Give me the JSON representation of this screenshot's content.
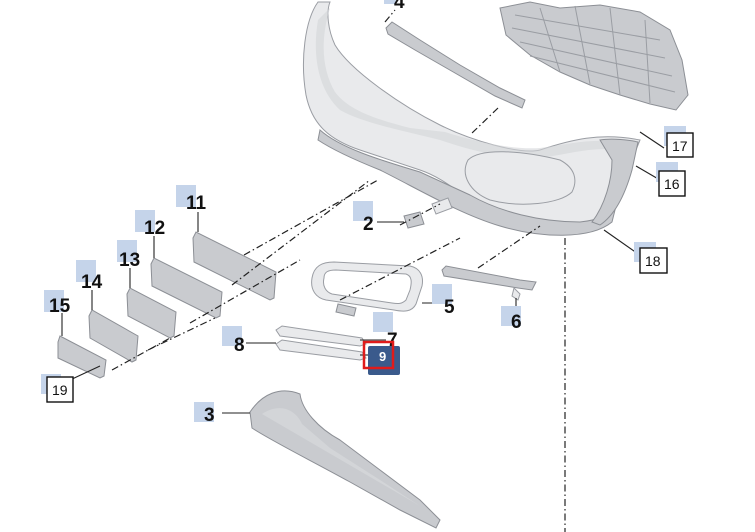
{
  "callouts": [
    {
      "id": "4",
      "label": "4",
      "boxed": false,
      "selected": false
    },
    {
      "id": "17",
      "label": "17",
      "boxed": true,
      "selected": false
    },
    {
      "id": "16",
      "label": "16",
      "boxed": true,
      "selected": false
    },
    {
      "id": "11",
      "label": "11",
      "boxed": false,
      "selected": false
    },
    {
      "id": "2",
      "label": "2",
      "boxed": false,
      "selected": false
    },
    {
      "id": "12",
      "label": "12",
      "boxed": false,
      "selected": false
    },
    {
      "id": "13",
      "label": "13",
      "boxed": false,
      "selected": false
    },
    {
      "id": "14",
      "label": "14",
      "boxed": false,
      "selected": false
    },
    {
      "id": "18",
      "label": "18",
      "boxed": true,
      "selected": false
    },
    {
      "id": "15",
      "label": "15",
      "boxed": false,
      "selected": false
    },
    {
      "id": "5",
      "label": "5",
      "boxed": false,
      "selected": false
    },
    {
      "id": "6",
      "label": "6",
      "boxed": false,
      "selected": false
    },
    {
      "id": "7",
      "label": "7",
      "boxed": false,
      "selected": false
    },
    {
      "id": "8",
      "label": "8",
      "boxed": false,
      "selected": false
    },
    {
      "id": "9",
      "label": "9",
      "boxed": false,
      "selected": true
    },
    {
      "id": "19",
      "label": "19",
      "boxed": true,
      "selected": false
    },
    {
      "id": "3",
      "label": "3",
      "boxed": false,
      "selected": false
    }
  ],
  "colors": {
    "callout_tab": "#c5d4ea",
    "selected_fill": "#3a5a8c",
    "selected_ring": "#e01b1b"
  }
}
